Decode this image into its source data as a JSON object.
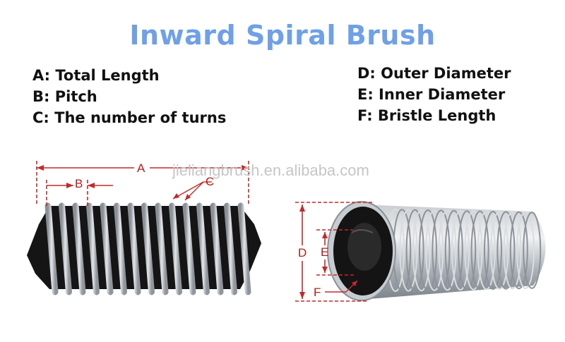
{
  "title": "Inward Spiral Brush",
  "legend_left": [
    "A: Total Length",
    "B: Pitch",
    "C: The number of turns"
  ],
  "legend_right": [
    "D: Outer Diameter",
    "E: Inner Diameter",
    "F: Bristle Length"
  ],
  "watermark": "jieliangbrush.en.alibaba.com",
  "dimension_labels": {
    "a": "A",
    "b": "B",
    "c": "C",
    "d": "D",
    "e": "E",
    "f": "F"
  },
  "colors": {
    "title": "#6fa0e8",
    "dimension_lines": "#c62828",
    "wire": "#b9bec3",
    "bristle": "#161616"
  }
}
